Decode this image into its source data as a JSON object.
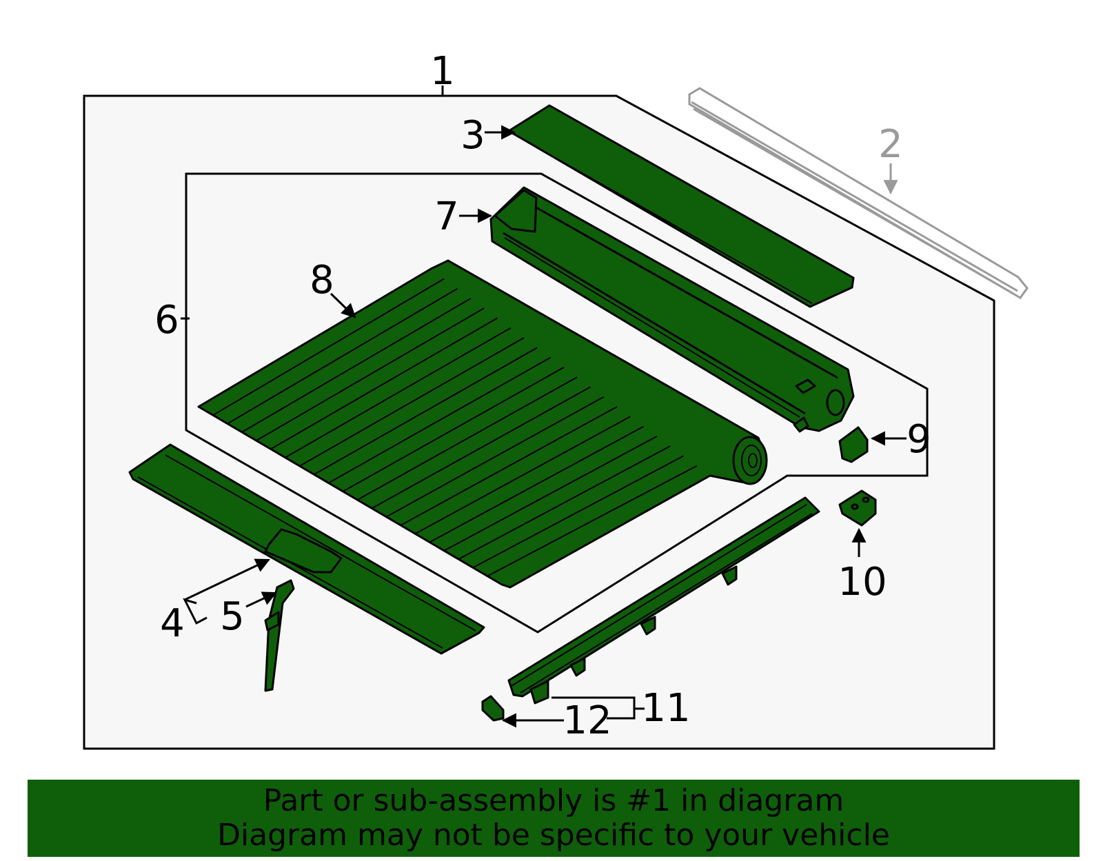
{
  "colors": {
    "part_fill": "#0f5f0a",
    "outline": "#000000",
    "panel_bg": "#f7f7f7",
    "reference_part": "#9a9a9a",
    "banner_bg": "#0f5f0a"
  },
  "callouts": {
    "c1": "1",
    "c2": "2",
    "c3": "3",
    "c4": "4",
    "c5": "5",
    "c6": "6",
    "c7": "7",
    "c8": "8",
    "c9": "9",
    "c10": "10",
    "c11": "11",
    "c12": "12"
  },
  "banner": {
    "line1": "Part or sub-assembly is #1 in diagram",
    "line2": "Diagram may not be specific to your vehicle"
  }
}
